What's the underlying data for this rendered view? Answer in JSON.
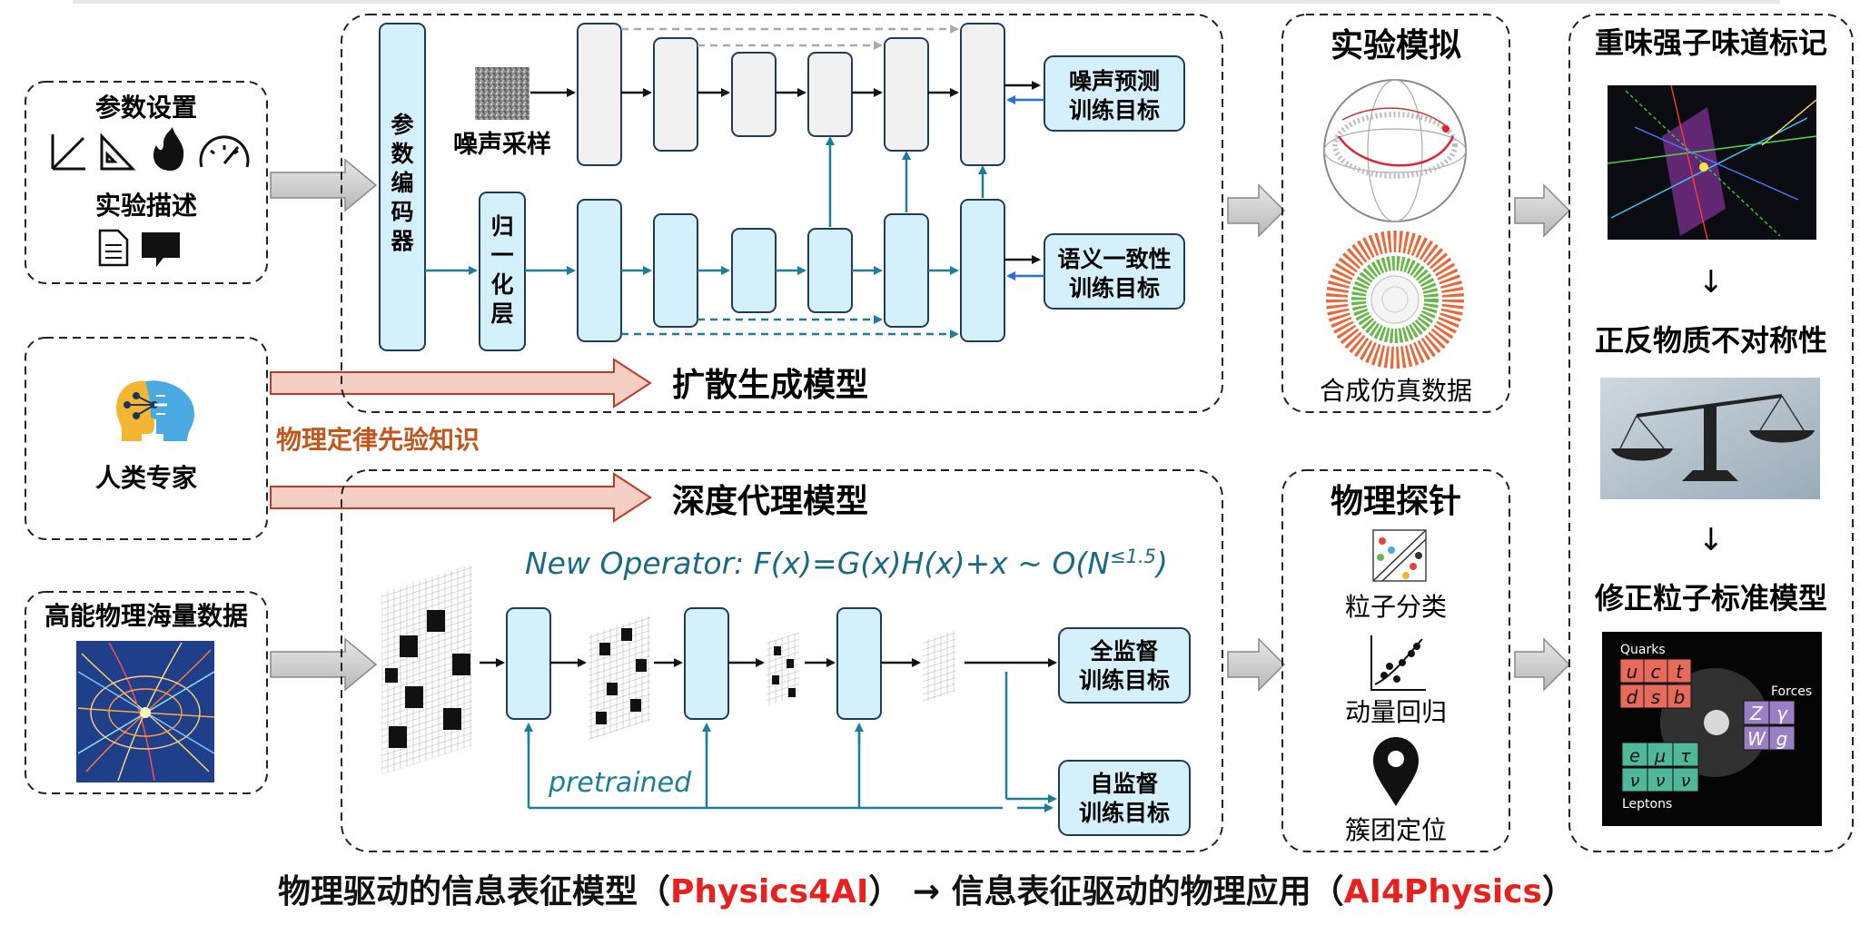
{
  "inputs": {
    "params": {
      "title": "参数设置",
      "subtitle": "实验描述"
    },
    "expert": {
      "title": "人类专家",
      "knowledge": "物理定律先验知识"
    },
    "data": {
      "title": "高能物理海量数据"
    }
  },
  "diffusion": {
    "title": "扩散生成模型",
    "encoder": [
      "参",
      "数",
      "编",
      "码",
      "器"
    ],
    "norm": [
      "归",
      "一",
      "化",
      "层"
    ],
    "noise_label": "噪声采样",
    "target_noise": [
      "噪声预测",
      "训练目标"
    ],
    "target_semantic": [
      "语义一致性",
      "训练目标"
    ]
  },
  "surrogate": {
    "title": "深度代理模型",
    "formula_main": "New Operator: F(x)=G(x)H(x)+x ~ O(N",
    "formula_sup": "≤1.5",
    "formula_end": ")",
    "pretrained": "pretrained",
    "target_full": [
      "全监督",
      "训练目标"
    ],
    "target_self": [
      "自监督",
      "训练目标"
    ]
  },
  "simulation": {
    "title": "实验模拟",
    "caption": "合成仿真数据"
  },
  "probe": {
    "title": "物理探针",
    "items": [
      "粒子分类",
      "动量回归",
      "簇团定位"
    ]
  },
  "applications": {
    "items": [
      "重味强子味道标记",
      "正反物质不对称性",
      "修正粒子标准模型"
    ],
    "arrow": "↓",
    "sm": {
      "quarks_label": "Quarks",
      "forces_label": "Forces",
      "leptons_label": "Leptons",
      "quarks": [
        "u",
        "c",
        "t",
        "d",
        "s",
        "b"
      ],
      "forces": [
        "Z",
        "γ",
        "W",
        "g"
      ],
      "leptons": [
        "e",
        "μ",
        "τ",
        "ν",
        "ν",
        "ν"
      ]
    }
  },
  "bottom": {
    "left": "物理驱动的信息表征模型（",
    "left_hl": "Physics4AI",
    "mid": "） → 信息表征驱动的物理应用（",
    "right_hl": "AI4Physics",
    "right": "）"
  },
  "colors": {
    "block_fill": "#d4f1fb",
    "block_stroke": "#1f3b5b",
    "teal": "#1b7f9b",
    "red_hl": "#e8211e",
    "knowledge": "#c0571d",
    "red_arrow_fill": "#f6cfc4",
    "red_arrow_stroke": "#c0392b"
  }
}
